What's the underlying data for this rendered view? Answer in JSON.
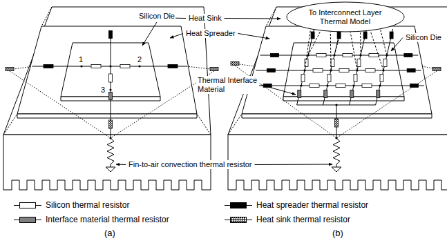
{
  "diagram": {
    "nodes": [
      {
        "text": [
          "To Interconnect Layer Thermal Model"
        ]
      }
    ],
    "labels": [
      "Silicon Die",
      "Heat Sink",
      "Heat Spreader",
      "Silicon Die",
      "1",
      "2",
      "Thermal Interface Material",
      "3",
      "Fin-to-air convection thermal resistor",
      "(a)",
      "(b)"
    ],
    "legend": [
      {
        "text": "Silicon thermal resistor",
        "color": "#ffffff"
      },
      {
        "text": "Heat spreader thermal resistor",
        "color": "#000000"
      },
      {
        "text": "Interface material thermal resistor",
        "color": "#808080"
      },
      {
        "text": "Heat sink thermal resistor"
      }
    ]
  }
}
